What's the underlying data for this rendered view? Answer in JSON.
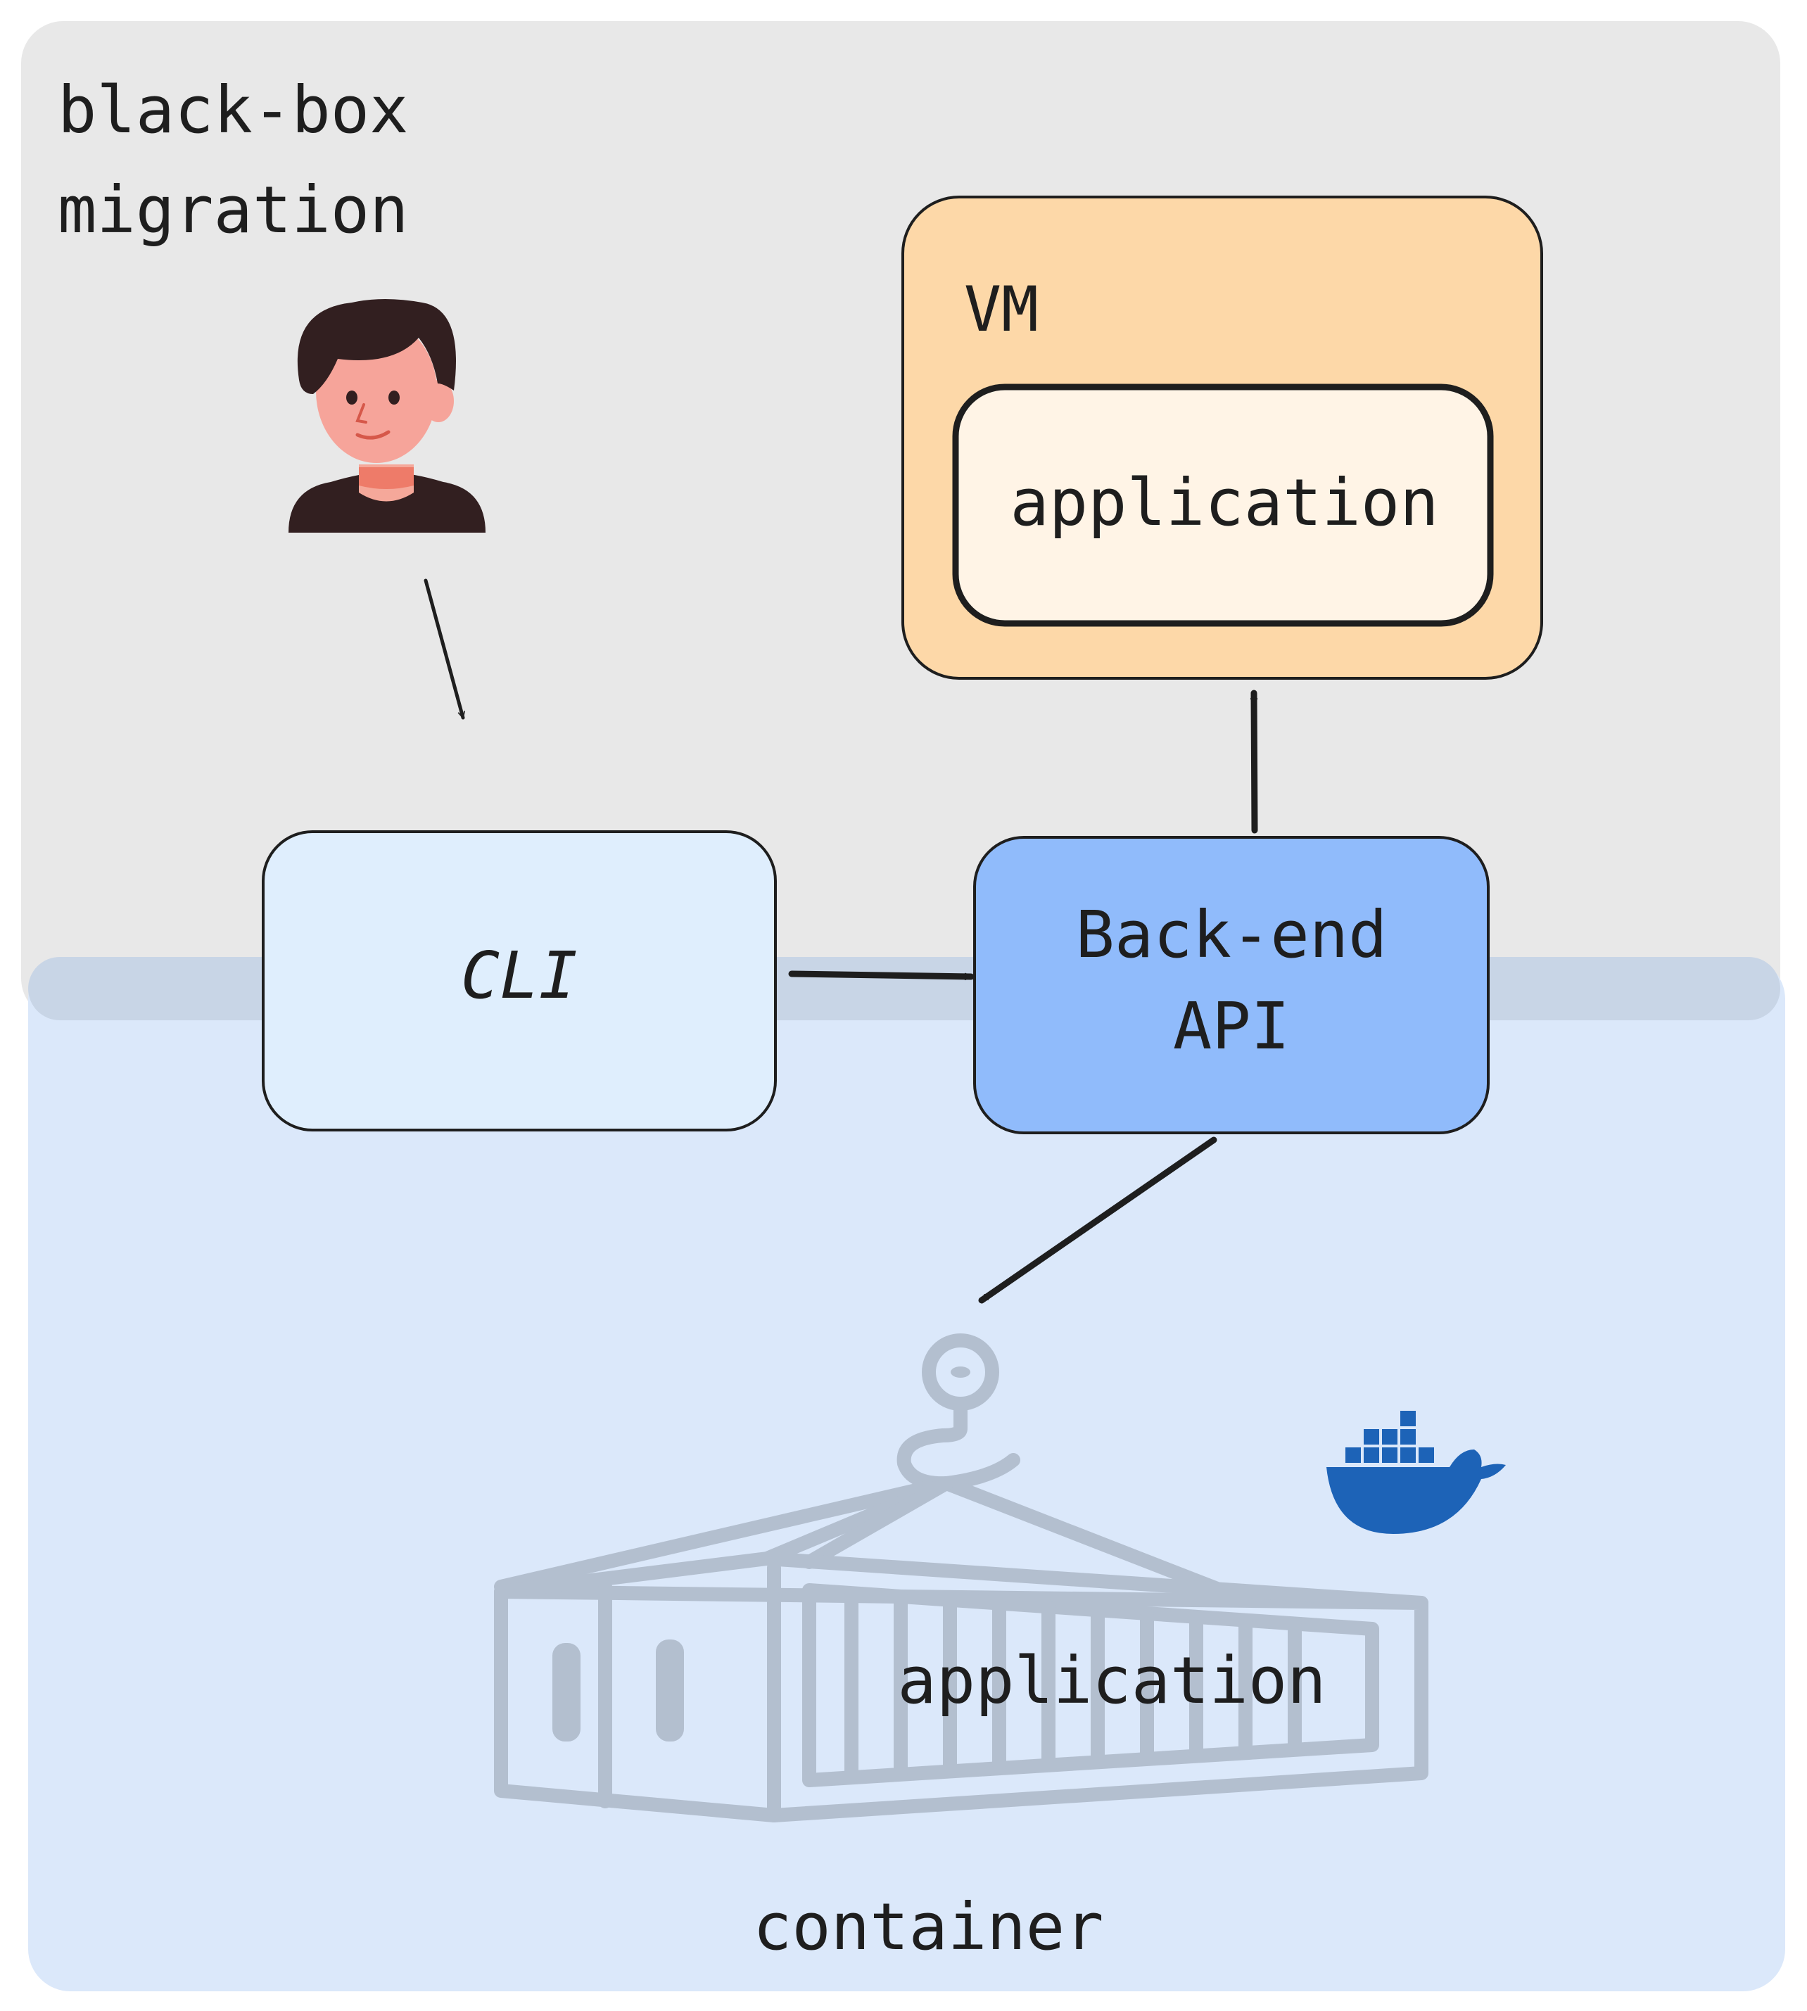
{
  "regions": {
    "black_box": {
      "title_line1": "black-box",
      "title_line2": "migration",
      "fill": "#e8e8e8"
    },
    "container": {
      "label": "container",
      "fill": "#dbe8fa"
    }
  },
  "nodes": {
    "vm": {
      "label": "VM",
      "fill": "#fdd8a8"
    },
    "vm_application": {
      "label": "application",
      "fill": "#fff4e6"
    },
    "cli": {
      "label": "CLI",
      "fill": "#dfeefd"
    },
    "backend": {
      "label_line1": "Back-end",
      "label_line2": "API",
      "fill": "#90bbfb"
    },
    "container_application": {
      "label": "application"
    }
  },
  "icons": {
    "user": "person-avatar-icon",
    "docker": "docker-whale-icon",
    "shipping_container": "shipping-container-icon"
  },
  "edges": [
    {
      "from": "user",
      "to": "cli"
    },
    {
      "from": "cli",
      "to": "backend"
    },
    {
      "from": "backend",
      "to": "vm"
    },
    {
      "from": "backend",
      "to": "container"
    }
  ],
  "colors": {
    "stroke": "#1e1e1e",
    "docker_blue": "#1d63b7",
    "container_gray": "#b3bfcf"
  }
}
